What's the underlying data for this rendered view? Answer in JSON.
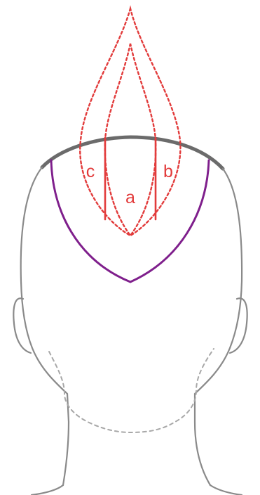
{
  "labels": {
    "a": "a",
    "b": "b",
    "c": "c"
  },
  "colors": {
    "head_outline": "#6e6e6e",
    "crown_outline": "#6b6b6b",
    "purple_outline": "#7f1f8c",
    "red_marks": "#e23b3b",
    "hairline_dashed": "#a8a8a8",
    "background": "#ffffff"
  }
}
